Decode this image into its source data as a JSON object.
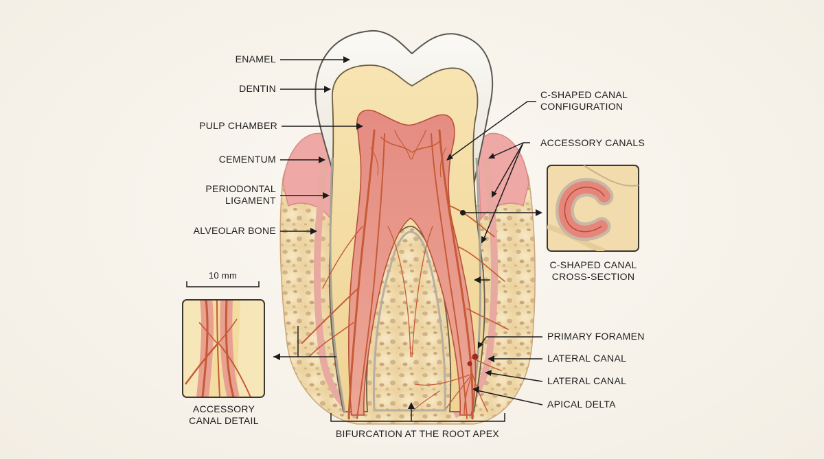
{
  "labels": {
    "enamel": "ENAMEL",
    "dentin": "DENTIN",
    "pulp_chamber": "PULP CHAMBER",
    "cementum": "CEMENTUM",
    "periodontal_ligament_1": "PERIODONTAL",
    "periodontal_ligament_2": "LIGAMENT",
    "alveolar_bone": "ALVEOLAR BONE",
    "c_shaped_config_1": "C-SHAPED CANAL",
    "c_shaped_config_2": "CONFIGURATION",
    "accessory_canals": "ACCESSORY CANALS",
    "c_shaped_cross_1": "C-SHAPED CANAL",
    "c_shaped_cross_2": "CROSS-SECTION",
    "primary_foramen": "PRIMARY FORAMEN",
    "lateral_canal_1": "LATERAL CANAL",
    "lateral_canal_2": "LATERAL CANAL",
    "apical_delta": "APICAL DELTA",
    "bifurcation": "BIFURCATION AT THE ROOT APEX",
    "scale_bar": "10 mm",
    "accessory_detail_1": "ACCESSORY",
    "accessory_detail_2": "CANAL DETAIL"
  },
  "colors": {
    "enamel": "#f4f1ea",
    "dentin": "#f3dca0",
    "pulp": "#e89a8e",
    "canal": "#c9603e",
    "gum": "#eea8a6",
    "bone": "#f1ddb0",
    "bone_pore": "#c9a67a",
    "ink": "#1c1c1c"
  }
}
